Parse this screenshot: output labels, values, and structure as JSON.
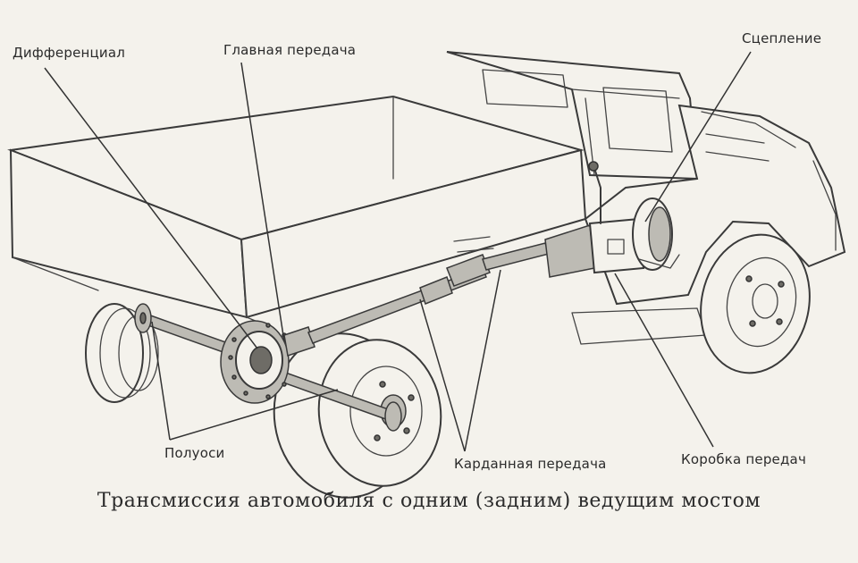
{
  "labels": {
    "differential": "Дифференциал",
    "main_gear": "Главная передача",
    "clutch": "Сцепление",
    "half_shafts": "Полуоси",
    "cardan": "Карданная передача",
    "gearbox": "Коробка передач"
  },
  "caption": "Трансмиссия автомобиля с одним (задним) ведущим мостом",
  "colors": {
    "ink": "#3a3a3a",
    "paper": "#f4f2ec",
    "shade": "#bdbbb4"
  }
}
